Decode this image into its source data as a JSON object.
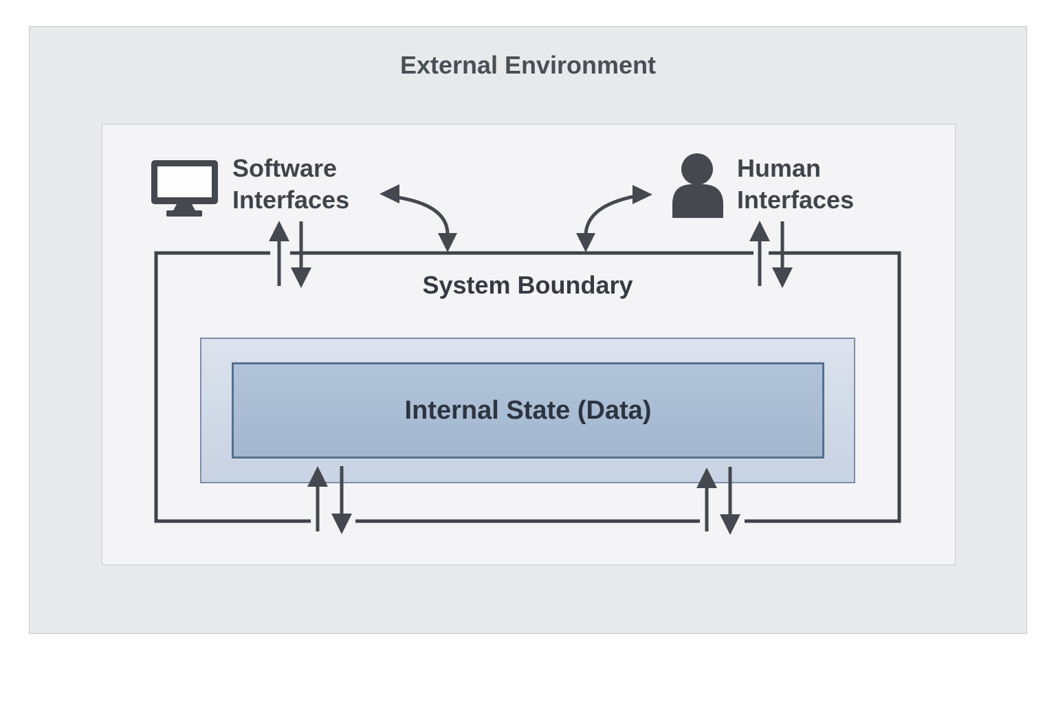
{
  "diagram": {
    "title": "External Environment",
    "nodes": {
      "software_interfaces": {
        "label": "Software Interfaces",
        "icon": "monitor-icon"
      },
      "human_interfaces": {
        "label": "Human Interfaces",
        "icon": "person-icon"
      },
      "system_boundary": {
        "label": "System Boundary"
      },
      "internal_state": {
        "label": "Internal State (Data)"
      }
    },
    "connections": [
      {
        "from": "software_interfaces",
        "to": "system_boundary",
        "type": "curved-double-arrow"
      },
      {
        "from": "human_interfaces",
        "to": "system_boundary",
        "type": "curved-double-arrow"
      },
      {
        "at": "software_interfaces",
        "type": "vertical-in-out-arrows"
      },
      {
        "at": "human_interfaces",
        "type": "vertical-in-out-arrows"
      },
      {
        "at": "internal_state-left",
        "type": "vertical-in-out-arrows"
      },
      {
        "at": "internal_state-right",
        "type": "vertical-in-out-arrows"
      }
    ],
    "colors": {
      "outer_background": "#e8e9eb",
      "inner_background": "#f4f4f6",
      "line_dark": "#45484e",
      "boundary_line": "#3e424a",
      "blue_outer_fill": "#d3dbe8",
      "blue_outer_border": "#7c8ea6",
      "blue_inner_fill": "#a9bdd4",
      "blue_inner_border": "#54718d",
      "title_text": "#4a4e55",
      "label_text": "#3f434a",
      "internal_text": "#2d3440"
    }
  }
}
